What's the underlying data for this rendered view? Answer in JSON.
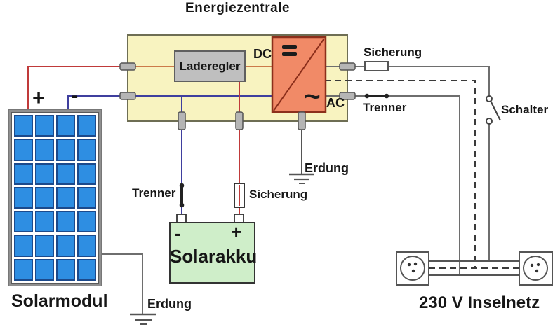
{
  "title": "Energiezentrale",
  "energy_center": {
    "charge_controller": "Laderegler",
    "dc_label": "DC",
    "ac_label": "AC",
    "ac_symbol": "~",
    "ground_label": "Erdung"
  },
  "solar_module": {
    "label": "Solarmodul",
    "plus": "+",
    "minus": "-",
    "ground_label": "Erdung",
    "columns": 4,
    "rows": 7
  },
  "battery": {
    "label": "Solarakku",
    "minus": "-",
    "plus": "+",
    "disconnector": "Trenner",
    "fuse": "Sicherung"
  },
  "ac_side": {
    "fuse": "Sicherung",
    "disconnector": "Trenner",
    "switch": "Schalter",
    "grid": "230 V Inselnetz"
  },
  "colors": {
    "energy_center_fill": "#f8f3c0",
    "inverter_fill": "#f18a67",
    "charge_controller_fill": "#bfbfbf",
    "battery_fill": "#cfeec9",
    "solar_cell_fill": "#2e8ee2",
    "dc_plus_wire": "#c03a3a",
    "dc_minus_wire": "#3f3f9e",
    "ac_wire": "#6e6e6e"
  }
}
